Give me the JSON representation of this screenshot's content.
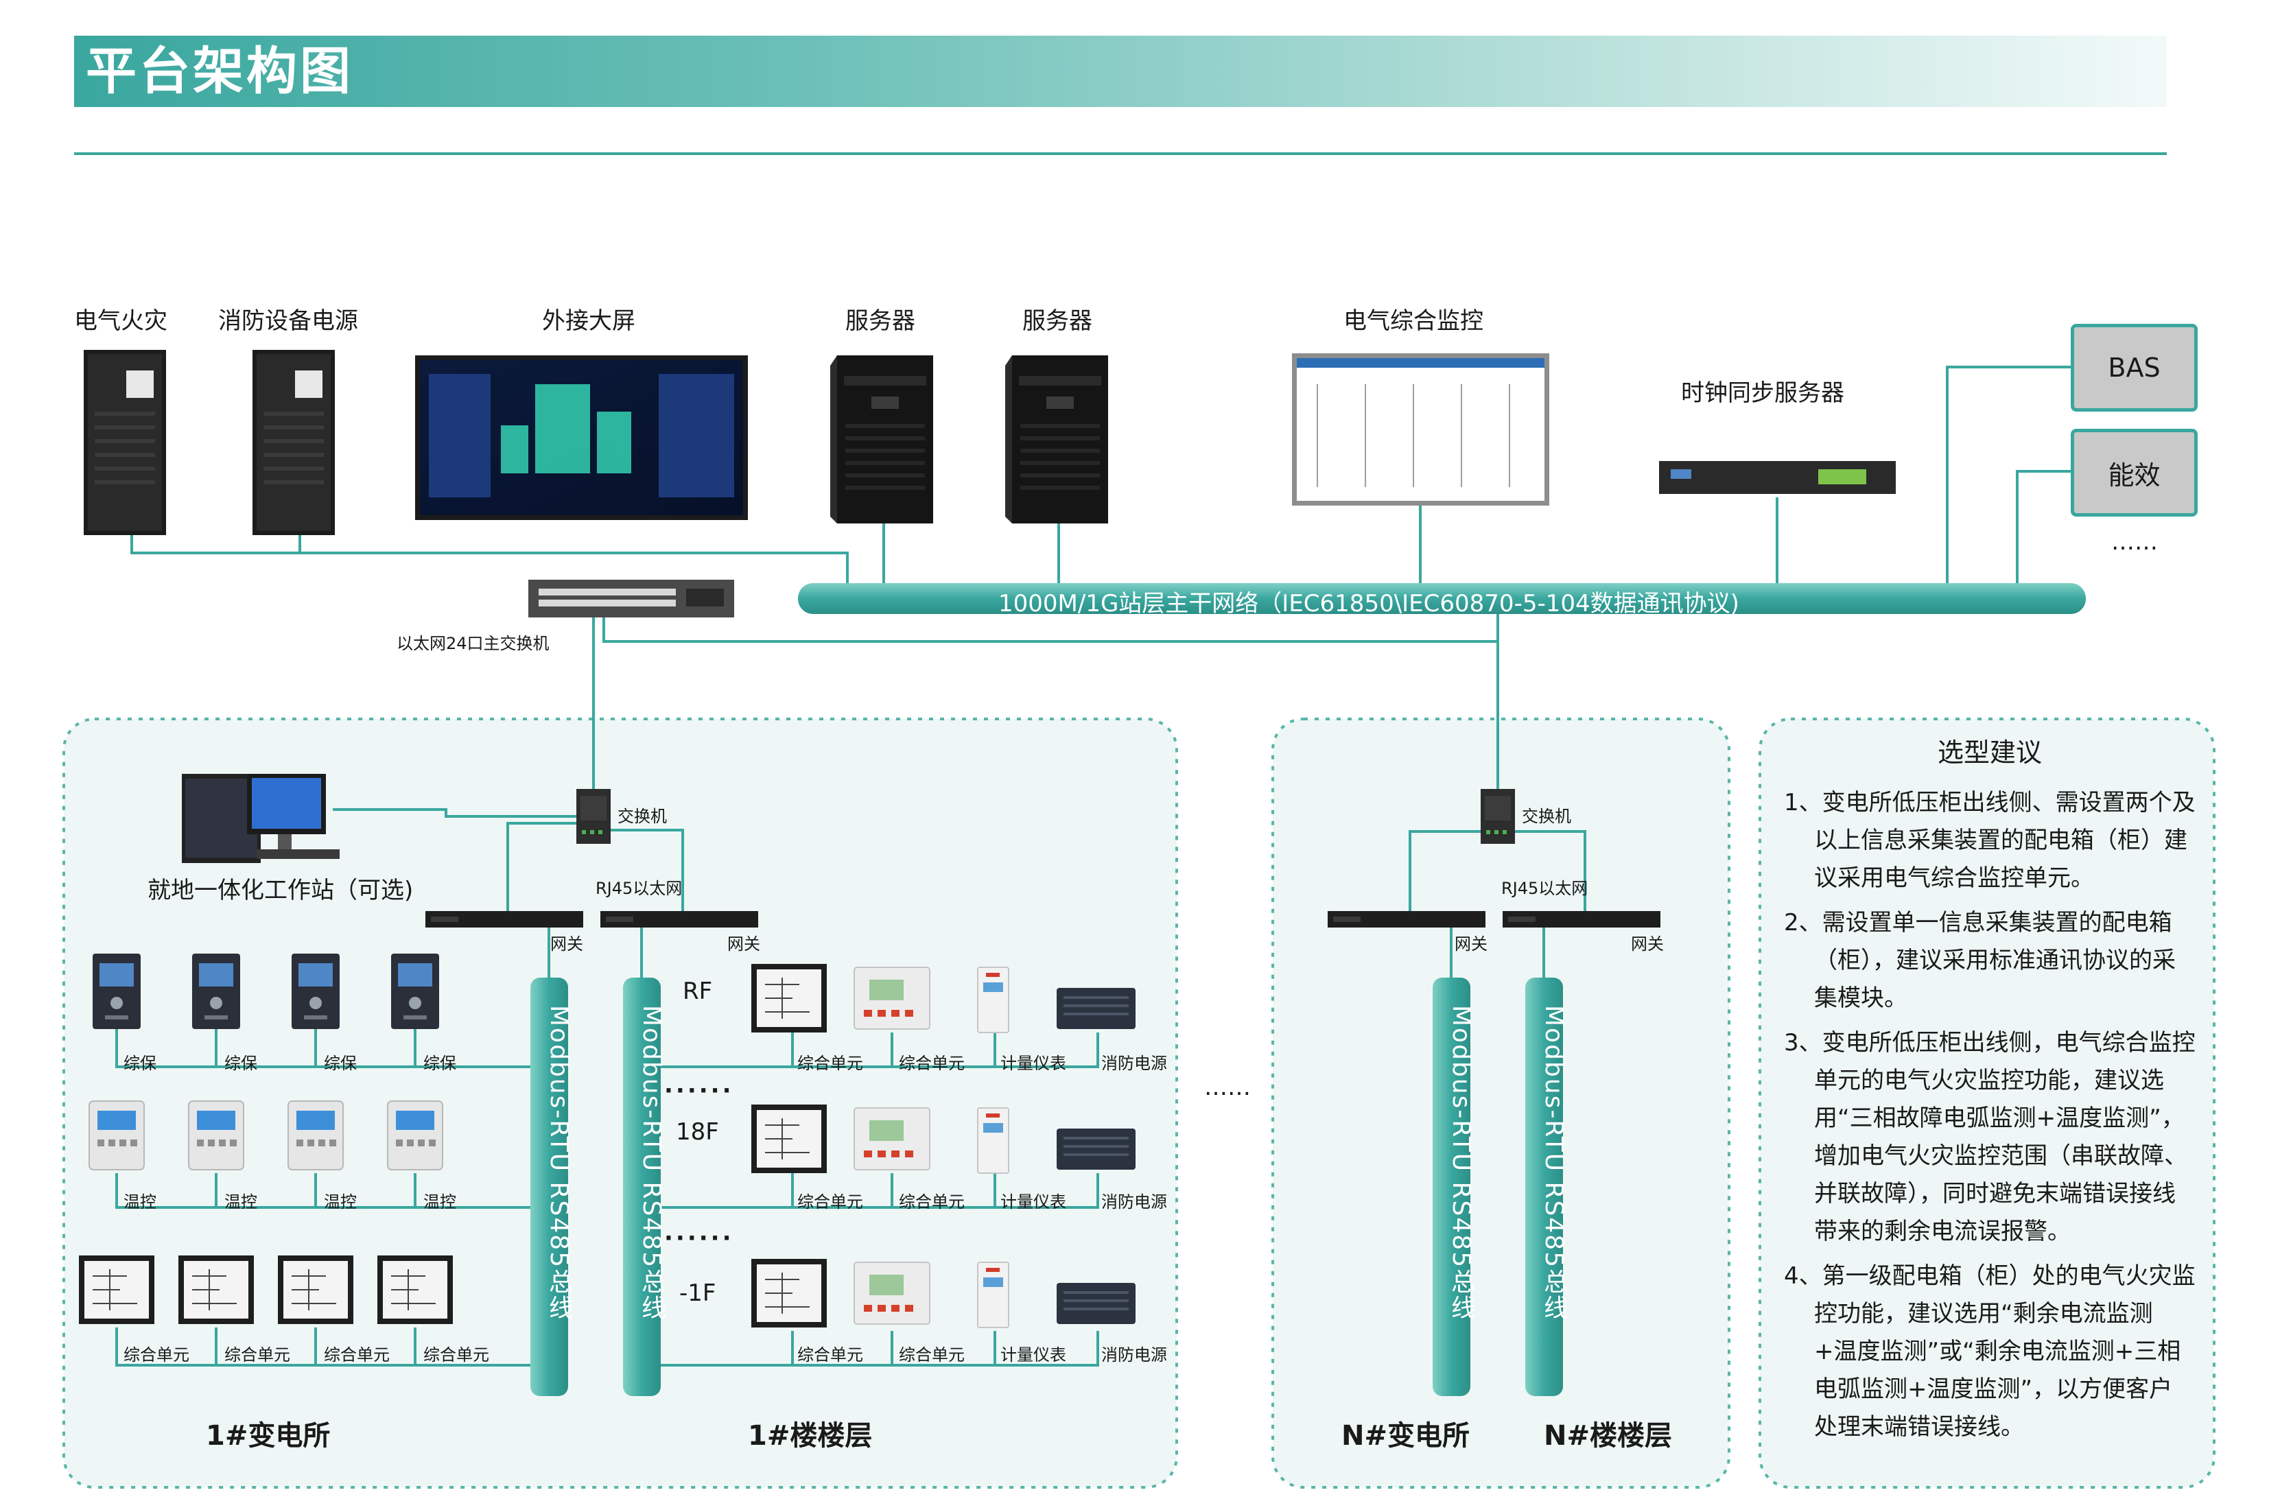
{
  "page": {
    "title": "平台架构图"
  },
  "colors": {
    "accent": "#3aa79f",
    "bus": "#4db6a7",
    "panel_bg": "#eef7f5",
    "panel_border": "#58b5a9",
    "sidebox_bg": "#c9c9c9"
  },
  "top_devices": {
    "fire": "电气火灾",
    "fire_power": "消防设备电源",
    "screen": "外接大屏",
    "server1": "服务器",
    "server2": "服务器",
    "monitor": "电气综合监控",
    "clock": "时钟同步服务器"
  },
  "side_boxes": {
    "bas": "BAS",
    "energy": "能效",
    "more": "……"
  },
  "backbone": {
    "label": "1000M/1G站层主干网络（IEC61850\\IEC60870-5-104数据通讯协议)"
  },
  "main_switch": {
    "label": "以太网24口主交换机"
  },
  "left_group": {
    "switch_label": "交换机",
    "rj45": "RJ45以太网",
    "gateway1": "网关",
    "gateway2": "网关",
    "workstation": "就地一体化工作站（可选)",
    "bus1": "Modbus-RTU RS485总线",
    "bus2": "Modbus-RTU RS485总线",
    "row1": [
      "综保",
      "综保",
      "综保",
      "综保"
    ],
    "row2": [
      "温控",
      "温控",
      "温控",
      "温控"
    ],
    "row3": [
      "综合单元",
      "综合单元",
      "综合单元",
      "综合单元"
    ],
    "floors": [
      "RF",
      "18F",
      "-1F"
    ],
    "floor_dots": "······",
    "floor_devices": [
      "综合单元",
      "综合单元",
      "计量仪表",
      "消防电源"
    ],
    "caption_sub": "1#变电所",
    "caption_floor": "1#楼楼层"
  },
  "middle_dots": "……",
  "right_group": {
    "switch_label": "交换机",
    "rj45": "RJ45以太网",
    "gateway1": "网关",
    "gateway2": "网关",
    "bus1": "Modbus-RTU RS485总线",
    "bus2": "Modbus-RTU RS485总线",
    "caption_sub": "N#变电所",
    "caption_floor": "N#楼楼层"
  },
  "advice": {
    "title": "选型建议",
    "items": [
      "1、变电所低压柜出线侧、需设置两个及以上信息采集装置的配电箱（柜）建议采用电气综合监控单元。",
      "2、需设置单一信息采集装置的配电箱（柜），建议采用标准通讯协议的采集模块。",
      "3、变电所低压柜出线侧，电气综合监控单元的电气火灾监控功能，建议选用“三相故障电弧监测+温度监测”，增加电气火灾监控范围（串联故障、并联故障），同时避免末端错误接线带来的剩余电流误报警。",
      "4、第一级配电箱（柜）处的电气火灾监控功能，建议选用“剩余电流监测+温度监测”或“剩余电流监测+三相电弧监测+温度监测”，以方便客户处理末端错误接线。"
    ]
  }
}
